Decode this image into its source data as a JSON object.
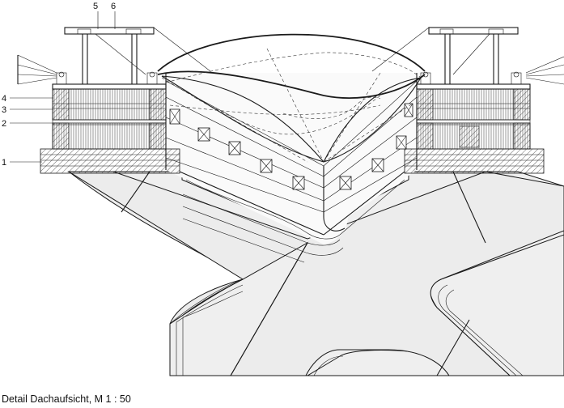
{
  "caption": "Detail Dachaufsicht, M 1 : 50",
  "callouts": {
    "c1": "1",
    "c2": "2",
    "c3": "3",
    "c4": "4",
    "c5": "5",
    "c6": "6"
  }
}
